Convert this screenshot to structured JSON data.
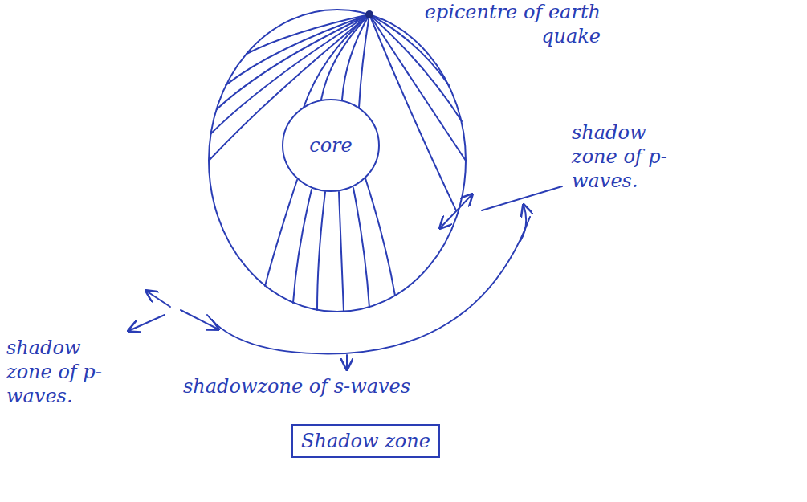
{
  "diagram": {
    "caption": "Shadow zone",
    "nodes": [
      {
        "text": [
          "core"
        ]
      }
    ],
    "labels": [
      "epicentre of earth quake",
      "shadow zone of p-waves.",
      "shadow zone of p-waves.",
      "shadowzone of s-waves"
    ]
  }
}
